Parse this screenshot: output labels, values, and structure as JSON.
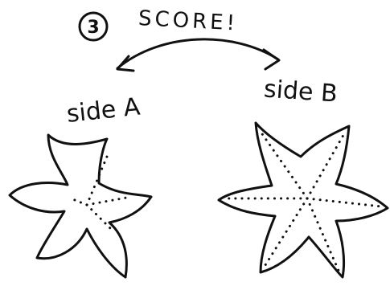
{
  "step": {
    "number": "3",
    "title": "SCORE!"
  },
  "sides": {
    "a": {
      "label": "side A"
    },
    "b": {
      "label": "side B"
    }
  }
}
